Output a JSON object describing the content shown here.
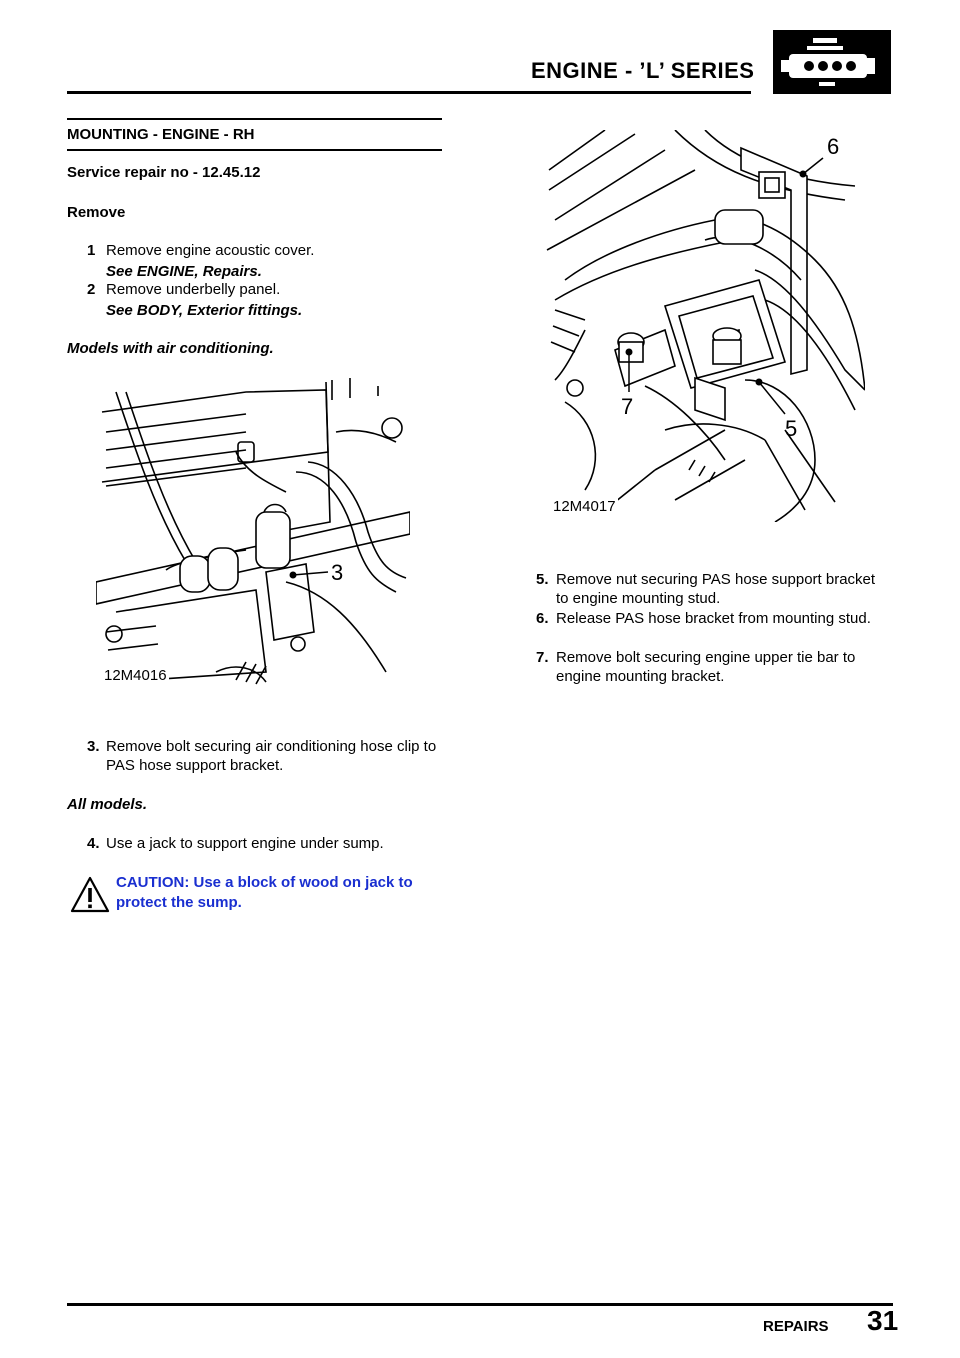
{
  "header": {
    "title": "ENGINE - ’L’ SERIES",
    "icon": "engine-icon"
  },
  "section": {
    "heading": "MOUNTING - ENGINE - RH",
    "service_no": "Service repair no - 12.45.12",
    "remove_label": "Remove"
  },
  "steps_pre": [
    {
      "num": "1",
      "text": "Remove engine acoustic cover.",
      "ref": "See ENGINE, Repairs."
    },
    {
      "num": "2",
      "text": "Remove underbelly panel.",
      "ref": "See BODY, Exterior fittings."
    }
  ],
  "models_ac": "Models with air conditioning.",
  "figure_left": {
    "code": "12M4016",
    "callout": "3"
  },
  "step3": {
    "num": "3.",
    "text": "Remove bolt securing air conditioning hose clip to PAS hose support bracket."
  },
  "all_models": "All models.",
  "step4": {
    "num": "4.",
    "text": "Use a jack to support engine under sump."
  },
  "caution": {
    "icon": "warning-triangle-icon",
    "text": "CAUTION: Use a block of wood on jack to protect the sump."
  },
  "figure_right": {
    "code": "12M4017",
    "callouts": [
      "6",
      "7",
      "5"
    ]
  },
  "steps_right": [
    {
      "num": "5.",
      "text": "Remove nut securing PAS hose support bracket to engine mounting stud."
    },
    {
      "num": "6.",
      "text": "Release PAS hose bracket from mounting stud."
    },
    {
      "num": "7.",
      "text": "Remove bolt securing engine upper tie bar to engine mounting bracket."
    }
  ],
  "footer": {
    "label": "REPAIRS",
    "page": "31"
  }
}
